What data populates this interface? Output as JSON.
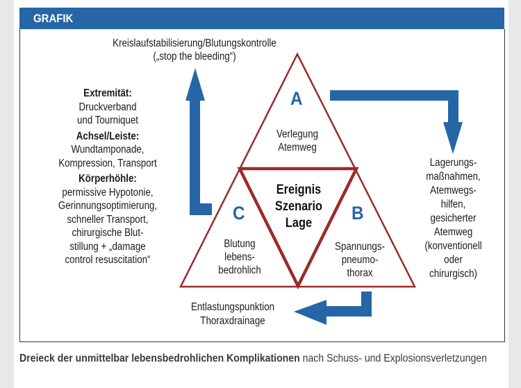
{
  "header": {
    "title": "GRAFIK"
  },
  "top_label": {
    "line1": "Kreislaufstabilisierung/Blutungskontrolle",
    "line2": "(„stop the bleeding“)"
  },
  "triangle": {
    "a": {
      "letter": "A",
      "line1": "Verlegung",
      "line2": "Atemweg"
    },
    "b": {
      "letter": "B",
      "line1": "Spannungs-",
      "line2": "pneumo-",
      "line3": "thorax"
    },
    "c": {
      "letter": "C",
      "line1": "Blutung",
      "line2": "lebens-",
      "line3": "bedrohlich"
    },
    "center": {
      "line1": "Ereignis",
      "line2": "Szenario",
      "line3": "Lage"
    }
  },
  "left_text": {
    "h1": "Extremität:",
    "l1": "Druckverband",
    "l2": "und Tourniquet",
    "h2": "Achsel/Leiste:",
    "l3": "Wundtamponade,",
    "l4": "Kompression, Transport",
    "h3": "Körperhöhle:",
    "l5": "permissive Hypotonie,",
    "l6": "Gerinnungsoptimierung,",
    "l7": "schneller Transport,",
    "l8": "chirurgische Blut-",
    "l9": "stillung + „damage",
    "l10": "control resuscitation“"
  },
  "right_text": {
    "l1": "Lagerungs-",
    "l2": "maßnahmen,",
    "l3": "Atemwegs-",
    "l4": "hilfen,",
    "l5": "gesicherter",
    "l6": "Atemweg",
    "l7": "(konventionell",
    "l8": "oder",
    "l9": "chirurgisch)"
  },
  "bottom_label": {
    "line1": "Entlastungspunktion",
    "line2": "Thoraxdrainage"
  },
  "caption": {
    "bold": "Dreieck der unmittelbar lebensbedrohlichen Komplikationen",
    "rest": " nach Schuss- und Explosionsverletzungen"
  },
  "colors": {
    "blue": "#2666a6",
    "red": "#9b2a2a"
  }
}
